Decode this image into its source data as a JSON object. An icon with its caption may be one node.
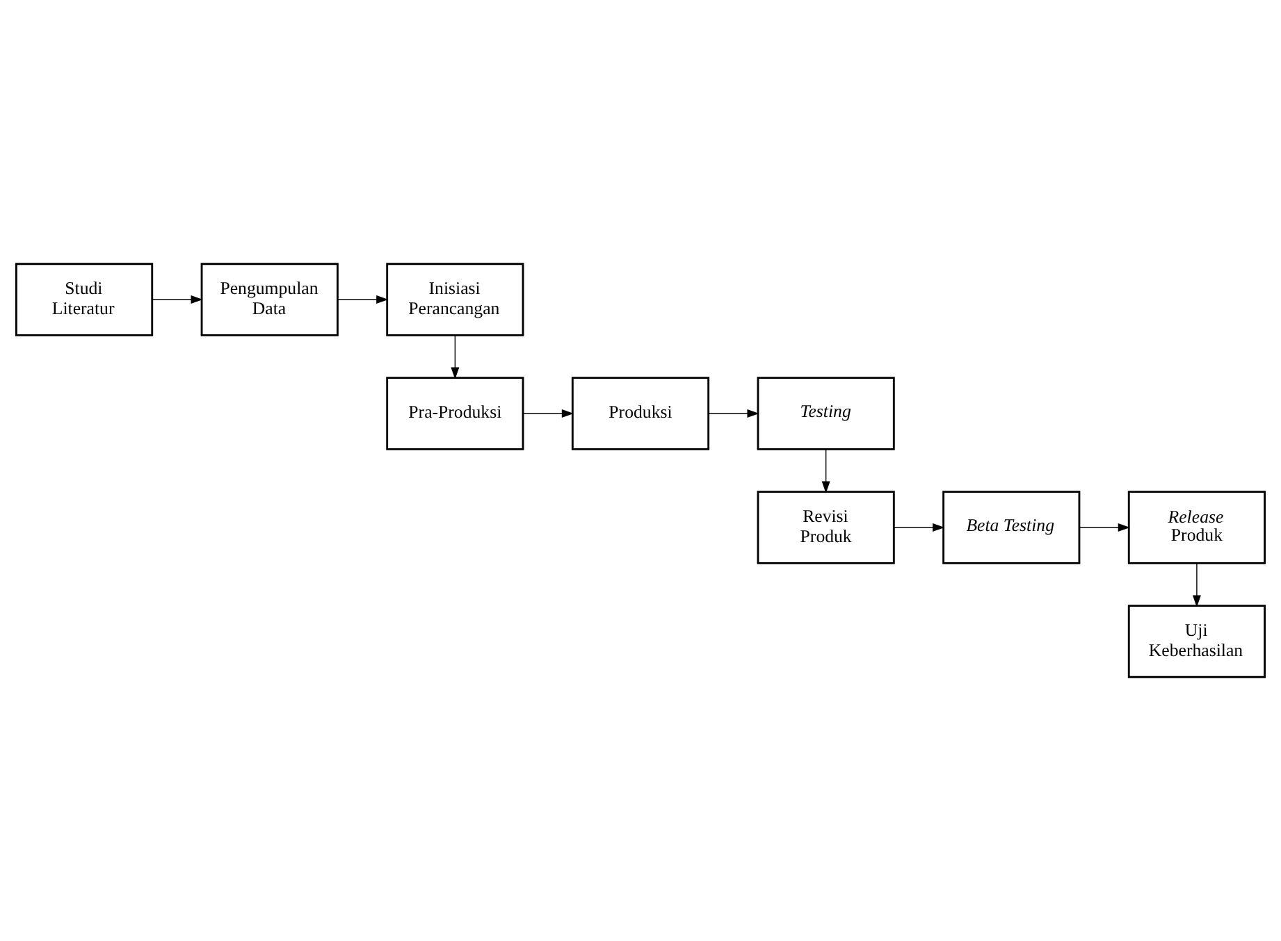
{
  "diagram": {
    "nodes": [
      {
        "text": [
          "Studi Literatur"
        ]
      },
      {
        "text": [
          "Pengumpulan Data"
        ]
      },
      {
        "text": [
          "Inisiasi Perancangan"
        ]
      },
      {
        "text": [
          "Pra-Produksi"
        ]
      },
      {
        "text": [
          "Produksi"
        ]
      },
      {
        "text": [
          "Testing"
        ]
      },
      {
        "text": [
          "Revisi Produk"
        ]
      },
      {
        "text": [
          "Beta Testing"
        ]
      },
      {
        "text": [
          "*Release* Produk"
        ]
      },
      {
        "text": [
          "Uji Keberhasilan"
        ]
      }
    ],
    "edges": [
      {
        "from": 0,
        "to": 1,
        "arrow": "to"
      },
      {
        "from": 1,
        "to": 2,
        "arrow": "to"
      },
      {
        "from": 2,
        "to": 3,
        "arrow": "to"
      },
      {
        "from": 3,
        "to": 4,
        "arrow": "to"
      },
      {
        "from": 4,
        "to": 5,
        "arrow": "to"
      },
      {
        "from": 5,
        "to": 6,
        "arrow": "to"
      },
      {
        "from": 6,
        "to": 7,
        "arrow": "to"
      },
      {
        "from": 7,
        "to": 8,
        "arrow": "to"
      },
      {
        "from": 8,
        "to": 9,
        "arrow": "to"
      }
    ]
  }
}
